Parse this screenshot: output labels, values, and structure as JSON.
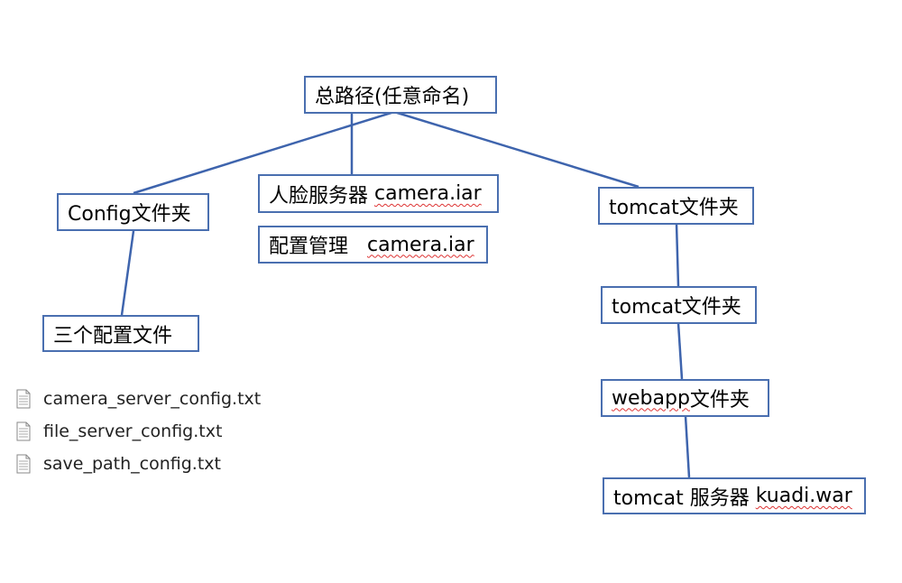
{
  "nodes": {
    "root": "总路径(任意命名)",
    "config": "Config文件夹",
    "config_files": "三个配置文件",
    "face_prefix": "人脸服务器 ",
    "face_jar": "camera.iar",
    "manage_prefix": "配置管理   ",
    "manage_jar": "camera.iar",
    "tomcat1": "tomcat文件夹",
    "tomcat2": "tomcat文件夹",
    "webapp_word": "webapp",
    "webapp_suffix": "文件夹",
    "server_prefix": "tomcat 服务器 ",
    "server_war": "kuadi.war"
  },
  "files": [
    {
      "name": "camera_server_config.txt",
      "icon": "text-file-icon"
    },
    {
      "name": "file_server_config.txt",
      "icon": "text-file-icon"
    },
    {
      "name": "save_path_config.txt",
      "icon": "text-file-icon"
    }
  ],
  "colors": {
    "line": "#3e64ad",
    "border": "#4a6fb0",
    "spellcheck": "#d33"
  }
}
